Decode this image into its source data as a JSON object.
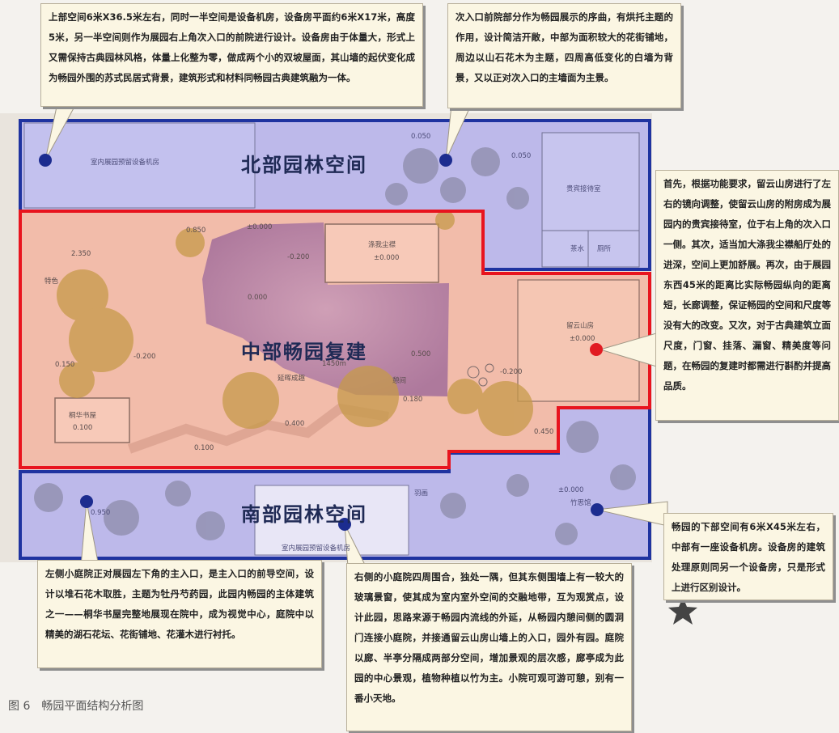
{
  "figure": {
    "caption": "图 6　畅园平面结构分析图"
  },
  "regions": {
    "north": "北部园林空间",
    "middle": "中部畅园复建",
    "south": "南部园林空间"
  },
  "plan_labels": {
    "equip_room_top": "室内展园预留设备机房",
    "equip_room_bottom": "室内展园预留设备机房",
    "guest_room": "贵宾接待室",
    "tea_water": "茶水",
    "toilet": "厕所",
    "hall": "涤我尘襟",
    "study": "桐华书屋",
    "liuyun": "留云山房",
    "corridor": "延晖成趣",
    "pavilion": "憩间",
    "zhuju": "竹思馆",
    "rock": "羽画",
    "area": "1450m",
    "lv_0050a": "0.050",
    "lv_0050b": "0.050",
    "lv_0000a": "±0.000",
    "lv_0000b": "±0.000",
    "lv_0000c": "±0.000",
    "lv_0000d": "±0.000",
    "lv_0200a": "-0.200",
    "lv_0200b": "-0.200",
    "lv_0200c": "-0.200",
    "lv_0500": "0.500",
    "lv_0400": "0.400",
    "lv_0450": "0.450",
    "lv_0100a": "0.100",
    "lv_0100b": "0.100",
    "lv_0150": "0.150",
    "lv_0850": "0.850",
    "lv_2350": "2.350",
    "lv_0950": "0.950",
    "lv_0180": "0.180",
    "lv_0000e": "0.000",
    "m_label": "特色"
  },
  "callouts": {
    "top_left": "上部空间6米X36.5米左右，同时一半空间是设备机房，设备房平面约6米X17米，高度5米，另一半空间则作为展园右上角次入口的前院进行设计。设备房由于体量大，形式上又需保持古典园林风格，体量上化整为零，做成两个小的双坡屋面，其山墙的起伏变化成为畅园外围的苏式民居式背景，建筑形式和材料同畅园古典建筑融为一体。",
    "top_right": "次入口前院部分作为畅园展示的序曲，有烘托主题的作用，设计简洁开敞，中部为面积较大的花街铺地，周边以山石花木为主题，四周高低变化的白墙为背景，又以正对次入口的主墙面为主景。",
    "right": "首先，根据功能要求，留云山房进行了左右的镜向调整，使留云山房的附房成为展园内的贵宾接待室，位于右上角的次入口一侧。其次，适当加大涤我尘襟船厅处的进深，空间上更加舒展。再次，由于展园东西45米的距离比实际畅园纵向的距离短，长廊调整，保证畅园的空间和尺度等没有大的改变。又次，对于古典建筑立面尺度，门窗、挂落、漏窗、精美度等问题，在畅园的复建时都需进行斟酌并提高品质。",
    "bottom_left": "左侧小庭院正对展园左下角的主入口，是主入口的前导空间，设计以堆石花木取胜，主题为牡丹芍药园，此园内畅园的主体建筑之一——桐华书屋完整地展现在院中，成为视觉中心，庭院中以精美的湖石花坛、花街铺地、花灌木进行衬托。",
    "bottom_mid": "右侧的小庭院四周围合，独处一隅，但其东侧围墙上有一较大的玻璃景窗，使其成为室内室外空间的交融地带，互为观赏点，设计此园，思路来源于畅园内流线的外延，从畅园内憩间侧的圆洞门连接小庭院，并接通留云山房山墙上的入口，园外有园。庭院以廊、半亭分隔成两部分空间，增加景观的层次感，廊亭成为此园的中心景观，植物种植以竹为主。小院可观可游可憩，别有一番小天地。",
    "bottom_right": "畅园的下部空间有6米X45米左右，中部有一座设备机房。设备房的建筑处理原则同另一个设备房，只是形式上进行区别设计。"
  },
  "colors": {
    "blue_border": "#1f33a0",
    "red_border": "#e8141e",
    "north_fill": "#b9b7ea",
    "middle_fill": "#f0b7a6",
    "marker_blue": "#1c2c8f",
    "marker_red": "#e11b22"
  }
}
